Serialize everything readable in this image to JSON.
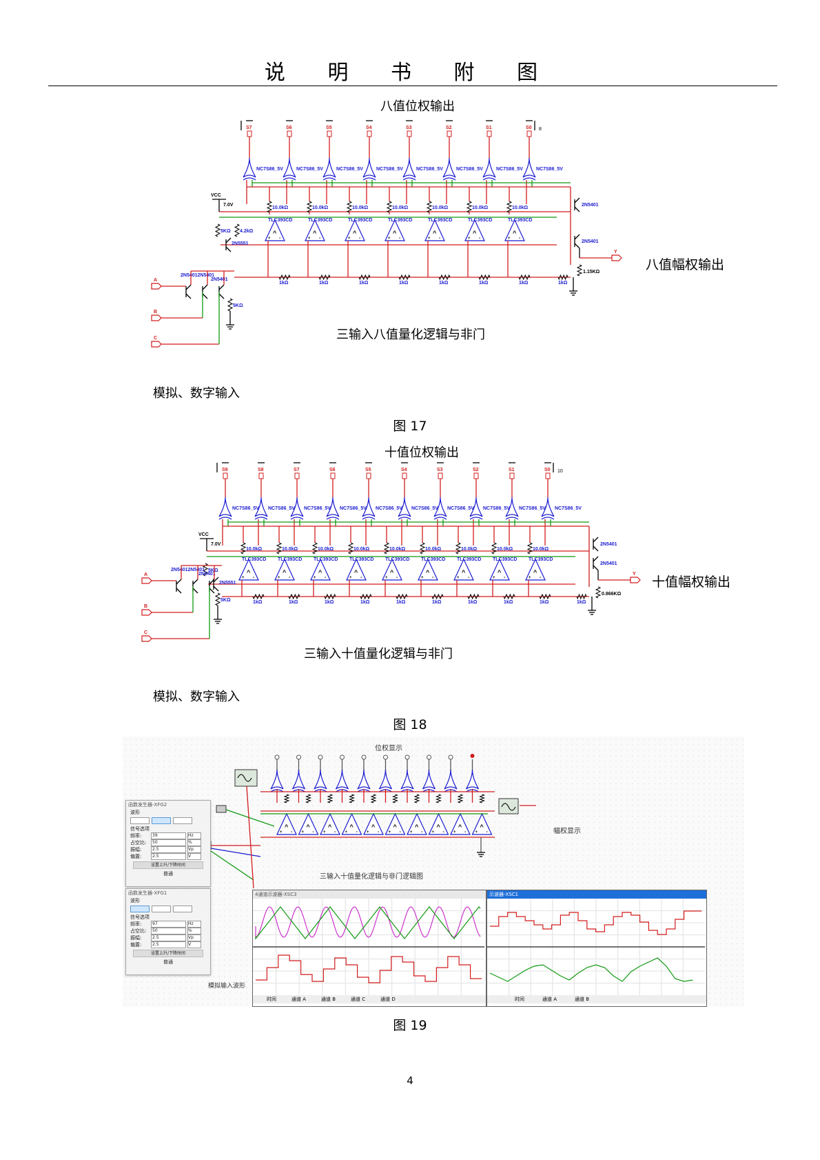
{
  "header": {
    "title": "说 明 书 附 图"
  },
  "fig17": {
    "title": "八值位权输出",
    "outputs": [
      "S7",
      "S6",
      "S5",
      "S4",
      "S3",
      "S2",
      "S1",
      "S0"
    ],
    "bus_width": "8",
    "xor_label": "NC7S86_5V",
    "res_top": "10.0kΩ",
    "comp_label": "TLC393CD",
    "res_bottom": "1kΩ",
    "vcc": "VCC",
    "vcc_val": "7.0V",
    "r_5k": "5KΩ",
    "r_42k": "4.2kΩ",
    "q_2n5551": "2N5551",
    "q_2n5401": "2N5401",
    "q_2n5401b": "2N5401",
    "q_pair": "2N54012N5401",
    "r_out": "1.15KΩ",
    "out_y": "Y",
    "in_a": "A",
    "in_b": "B",
    "in_c": "C",
    "label_amp": "八值幅权输出",
    "label_gate": "三输入八值量化逻辑与非门",
    "label_input": "模拟、数字输入",
    "caption": "图 17"
  },
  "fig18": {
    "title": "十值位权输出",
    "outputs": [
      "S9",
      "S8",
      "S7",
      "S6",
      "S5",
      "S4",
      "S3",
      "S2",
      "S1",
      "S0"
    ],
    "bus_width": "10",
    "xor_label": "NC7S86_5V",
    "res_top": "10.0kΩ",
    "comp_label": "TLC393CD",
    "res_bottom": "1kΩ",
    "vcc": "VCC",
    "vcc_val": "7.0V",
    "r_5k": "5KΩ",
    "q_2n5551": "2N5551",
    "q_2n5401": "2N5401",
    "q_2n5401b": "2N5401",
    "q_pair": "2N54012N5401",
    "r_out": "0.866KΩ",
    "out_y": "Y",
    "in_a": "A",
    "in_b": "B",
    "in_c": "C",
    "label_amp": "十值幅权输出",
    "label_gate": "三输入十值量化逻辑与非门",
    "label_input": "模拟、数字输入",
    "caption": "图 18"
  },
  "fig19": {
    "label_bit": "位权显示",
    "label_amp": "幅权显示",
    "label_gate": "三输入十值量化逻辑与非门逻辑图",
    "label_analog": "模拟输入波形",
    "fg2": {
      "title": "函数发生器-XFG2",
      "waveform": "波形",
      "options": "信号选项",
      "rows": [
        {
          "label": "频率:",
          "value": "39",
          "unit": "Hz"
        },
        {
          "label": "占空比:",
          "value": "50",
          "unit": "%"
        },
        {
          "label": "振幅:",
          "value": "2.5",
          "unit": "Vp"
        },
        {
          "label": "偏置:",
          "value": "2.5",
          "unit": "V"
        }
      ],
      "button": "设置上升/下降时间",
      "mode": "普通"
    },
    "fg1": {
      "title": "函数发生器-XFG1",
      "waveform": "波形",
      "options": "信号选项",
      "rows": [
        {
          "label": "频率:",
          "value": "97",
          "unit": "Hz"
        },
        {
          "label": "占空比:",
          "value": "50",
          "unit": "%"
        },
        {
          "label": "振幅:",
          "value": "2.5",
          "unit": "Vp"
        },
        {
          "label": "偏置:",
          "value": "2.5",
          "unit": "V"
        }
      ],
      "button": "设置上升/下降时间",
      "mode": "普通"
    },
    "scope3": {
      "title": "4通道示波器-XSC3",
      "footer": [
        "时间",
        "通道 A",
        "通道 B",
        "通道 C",
        "通道 D"
      ]
    },
    "scope1": {
      "title": "示波器-XSC1",
      "footer": [
        "时间",
        "通道 A",
        "通道 B"
      ]
    },
    "caption": "图 19",
    "colors": {
      "red": "#d21c1c",
      "blue": "#1a1ad0",
      "green": "#119911",
      "magenta": "#cc33cc",
      "scope_bar": "#1e6fd9"
    }
  },
  "page_number": "4"
}
